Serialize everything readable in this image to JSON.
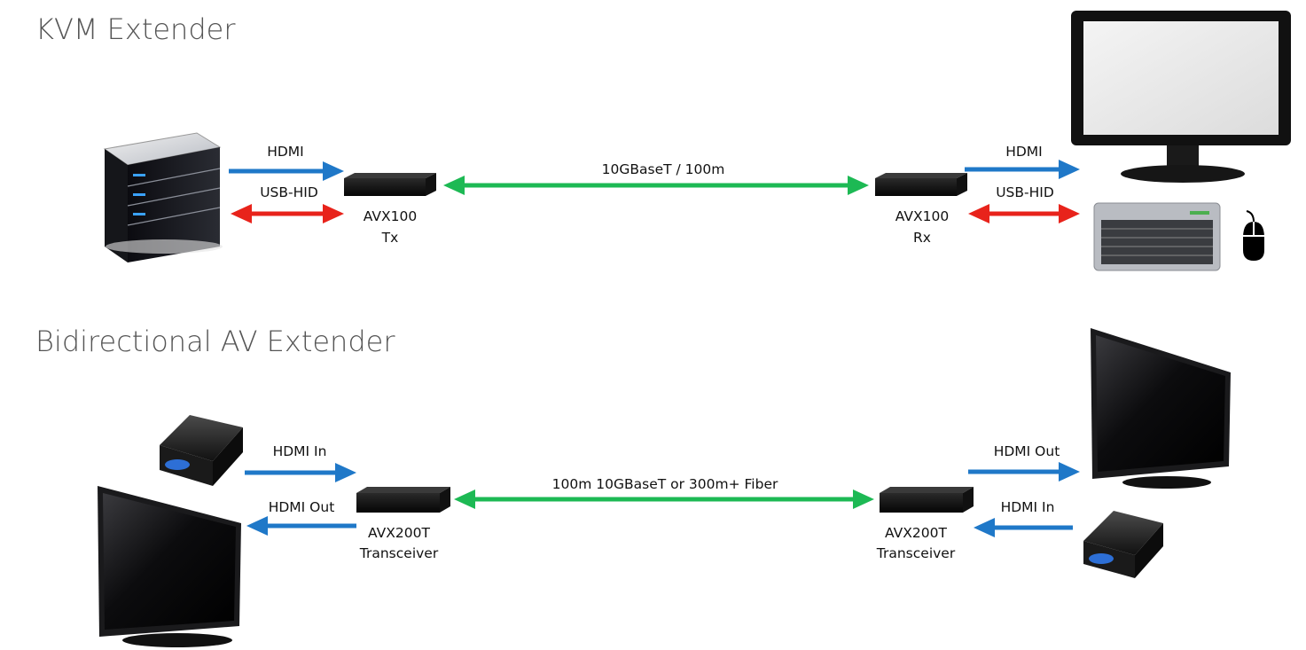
{
  "sections": [
    {
      "title": "KVM Extender",
      "source_links": [
        {
          "label": "HDMI",
          "direction": "right",
          "color": "#1f78c8"
        },
        {
          "label": "USB-HID",
          "direction": "both",
          "color": "#e8231b"
        }
      ],
      "tx_unit": {
        "model": "AVX100",
        "role": "Tx"
      },
      "link": {
        "label": "10GBaseT / 100m",
        "color": "#1db954"
      },
      "rx_unit": {
        "model": "AVX100",
        "role": "Rx"
      },
      "dest_links": [
        {
          "label": "HDMI",
          "direction": "right",
          "color": "#1f78c8"
        },
        {
          "label": "USB-HID",
          "direction": "both",
          "color": "#e8231b"
        }
      ],
      "source_device": "server-tower",
      "dest_devices": [
        "monitor",
        "keyboard",
        "mouse"
      ]
    },
    {
      "title": "Bidirectional AV Extender",
      "source_links": [
        {
          "label": "HDMI In",
          "direction": "right",
          "color": "#1f78c8"
        },
        {
          "label": "HDMI Out",
          "direction": "left",
          "color": "#1f78c8"
        }
      ],
      "tx_unit": {
        "model": "AVX200T",
        "role": "Transceiver"
      },
      "link": {
        "label": "100m 10GBaseT or 300m+ Fiber",
        "color": "#1db954"
      },
      "rx_unit": {
        "model": "AVX200T",
        "role": "Transceiver"
      },
      "dest_links": [
        {
          "label": "HDMI Out",
          "direction": "right",
          "color": "#1f78c8"
        },
        {
          "label": "HDMI In",
          "direction": "left",
          "color": "#1f78c8"
        }
      ],
      "source_device": "blu-ray-player-and-tv",
      "dest_devices": [
        "tv",
        "blu-ray-player"
      ]
    }
  ]
}
